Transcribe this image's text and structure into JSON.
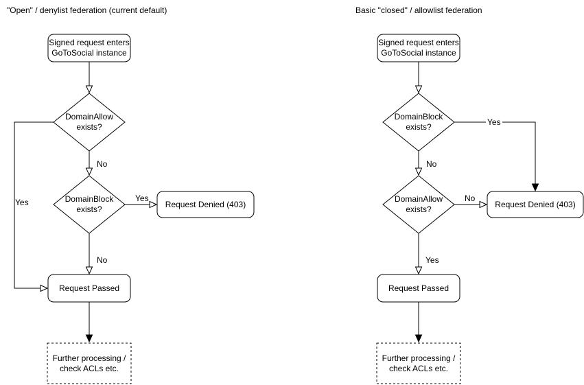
{
  "colors": {
    "stroke": "#000000",
    "node_fill": "#ffffff",
    "text": "#000000",
    "background": "#ffffff"
  },
  "left_chart": {
    "title": "\"Open\" / denylist federation (current default)",
    "nodes": {
      "start": {
        "line1": "Signed request enters",
        "line2": "GoToSocial instance"
      },
      "decision1": {
        "line1": "DomainAllow",
        "line2": "exists?"
      },
      "decision2": {
        "line1": "DomainBlock",
        "line2": "exists?"
      },
      "denied": {
        "label": "Request Denied (403)"
      },
      "passed": {
        "label": "Request Passed"
      },
      "further": {
        "line1": "Further processing /",
        "line2": "check ACLs etc."
      }
    },
    "edge_labels": {
      "decision1_yes": "Yes",
      "decision1_no": "No",
      "decision2_yes": "Yes",
      "decision2_no": "No"
    }
  },
  "right_chart": {
    "title": "Basic \"closed\" / allowlist federation",
    "nodes": {
      "start": {
        "line1": "Signed request enters",
        "line2": "GoToSocial instance"
      },
      "decision1": {
        "line1": "DomainBlock",
        "line2": "exists?"
      },
      "decision2": {
        "line1": "DomainAllow",
        "line2": "exists?"
      },
      "denied": {
        "label": "Request Denied (403)"
      },
      "passed": {
        "label": "Request Passed"
      },
      "further": {
        "line1": "Further processing /",
        "line2": "check ACLs etc."
      }
    },
    "edge_labels": {
      "decision1_yes": "Yes",
      "decision1_no": "No",
      "decision2_no": "No",
      "decision2_yes": "Yes"
    }
  }
}
